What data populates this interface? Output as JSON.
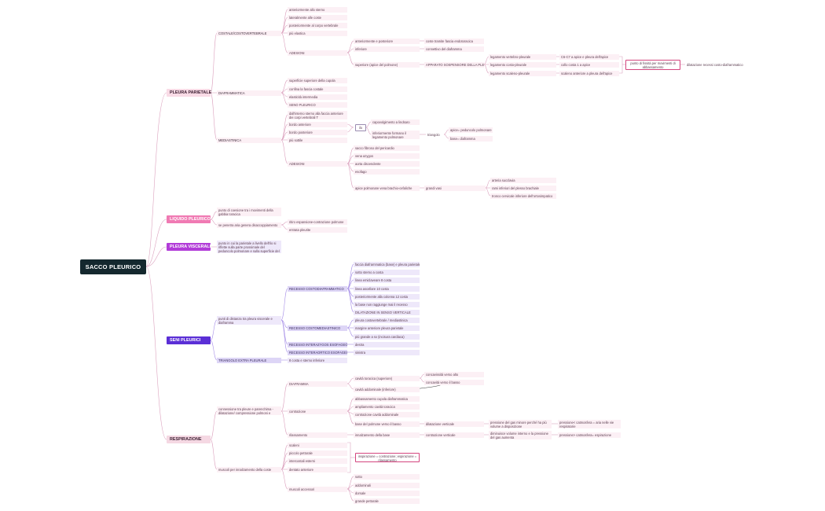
{
  "root": "SACCO PLEURICO",
  "pleura_parietale": {
    "title": "PLEURA PARIETALE",
    "costale": {
      "label": "COSTALE/COSTOVERTEBRALE",
      "items": [
        "anteriormente allo sterno",
        "lateralmente alle coste",
        "posteriormente al corpo vertebrale",
        "più elastica"
      ],
      "adesioni": "ADESIONI",
      "ant": "anteriormente e posteriore",
      "ant_v": "coste tramite fascia endotoracica",
      "inf": "inferiore",
      "inf_v": "connettivo del diaframma",
      "sup": "superiore (apice del polmone)",
      "sup_v": "APPARATO SOSPENSORE DELLA PLEURA",
      "lig1": "legamento vertebro-pleurale",
      "lig1_v": "C6-C7 a apice e pleura dell'apice",
      "lig2": "legamento costo-pleurale",
      "lig2_v": "collo costa 1 a apice",
      "lig3": "legamento scaleno-pleurale",
      "lig3_v": "scaleno anteriore a pleura dell'apice",
      "punto": "punto di fissità per movimenti di abbassamento",
      "dilat": "dilatazione recessi costo-diaframmatico"
    },
    "diaframmatica": {
      "label": "DIAFRAMMATICA",
      "items": [
        "superficie superiore della cupola",
        "confina la fascia costale",
        "elasticità intermedia",
        "SENO PLEURICO"
      ]
    },
    "mediastinica": {
      "label": "MEDIASTINICA",
      "dall": "dall'interno sterno alla faccia anteriore dei corpi vertebrali T",
      "bordo_ant": "bordo anteriore",
      "bordo_post": "bordo posteriore",
      "ilo": "ilo",
      "capo": "capovolgimento a lindsaro",
      "infer": "inferiormente formano il legamento polmonare",
      "triang": "triangolo",
      "apice": "apice= peduncolo polmonare",
      "base": "base= diaframma",
      "piu": "più sottile",
      "adesioni": "ADESIONI",
      "ades_items": [
        "sacco fibroso del pericardio",
        "vena azygos",
        "aorta discendente",
        "esofago"
      ],
      "apice_pol": "apice polmonare vena brachio-cefaliche",
      "grandi": "grandi vasi",
      "vasi": [
        "arteria succlavia",
        "rami inferiori del plesso brachiale",
        "tronco cervicale inferiore dell'ortosimpatico"
      ]
    }
  },
  "liquido": {
    "title": "LIQUIDO PLEURICO",
    "a": "punto di coesione tra i movimenti della gabbia toracica",
    "b": "se penetra aria genera disaccoppiamento",
    "c": "ritiro espansione-contrazione polmone",
    "d": "entrata pleurite"
  },
  "viscerale": {
    "title": "PLEURA VISCERALE",
    "a": "punto in cui la parietale a livello dell'ilo si riflette sulla parte prossimale del peduncolo polmonare e sulla superficie del polmone"
  },
  "seni": {
    "title": "SENI PLEURICI",
    "punti": "punti di distanza tra pleura viscerale e diaframma",
    "costofrenico": "RECESSO COSTODIAFRAMMATICO",
    "cf_items": [
      "faccia diaframmatica (base) e pleura parietale",
      "sotto sterno a costa",
      "linea emiclaveare 8 costa",
      "linea ascellare 10 costa",
      "posteriormente alla colonna 12 costa",
      "la base non raggiunge mai il recesso",
      "DILATAZIONE IN SENSO VERTICALE"
    ],
    "costomed": "RECESSO COSTOMEDIASTINICO",
    "cm_items": [
      "pleura costovertebrale / mediastinica",
      "margine anteriore pleura parietale",
      "più grande a sx (incisura cardiaca)"
    ],
    "azygos": "RECESSO INTERAZYGOS ESOFAGEO",
    "azygos_v": "destra",
    "aorto": "RECESSO INTERAORTICO ESOFAGEO",
    "aorto_v": "sinistra",
    "triangolo": "TRIANGOLO EXTRA PLEURALE",
    "triangolo_v": "8 costa e sterno inferiore"
  },
  "resp": {
    "title": "RESPIRAZIONE",
    "diaframma": "DIAFRAMMA",
    "cav_tor": "cavità toracica (superiore)",
    "cav_tor_v": "concavissità verso alto",
    "cav_add": "cavità addominale (inferiore)",
    "cav_add_v": "concavità verso il basso",
    "conn": "connessione tra pleure e parenchima - dilatazione/ compressione polmoni e scambi",
    "contrazione": "contrazione",
    "con_items": [
      "abbassamento cupola diaframmatica",
      "ampliamento cavità toracica",
      "contrazione cavità addominale"
    ],
    "base_pol": "base del polmone verso il basso",
    "dilat_vert": "dilatazione verticale",
    "pressione": "pressione del gas minore perché ha più volume a disposizione",
    "press_v": "pressione< catmosfera = aria nelle vie respiratorie",
    "rilassamento": "rilassamento",
    "innalz": "innalzamento della base",
    "contr_vert": "contrazione verticale",
    "dim": "diminuisce volume interno e la pressione del gas aumenta",
    "press_esp": "pressione> catmosfera= espirazione",
    "scaleni": "scaleni",
    "piccolo": "piccolo pettorale",
    "intercostali": "intercostali esterni",
    "dentato": "dentato anteriore",
    "muscoli": "muscoli per innalzamento della coste",
    "muscoli_acc": "muscoli accessori",
    "inspir": "inspirazione = contrazione; espirazione = rilassamento",
    "acc_items": [
      "sotto",
      "addominali",
      "dorsale",
      "grande pettorale"
    ]
  },
  "colors": {
    "root": "#14282e",
    "line": "#d79bb9",
    "purple_line": "#9c88e6"
  }
}
